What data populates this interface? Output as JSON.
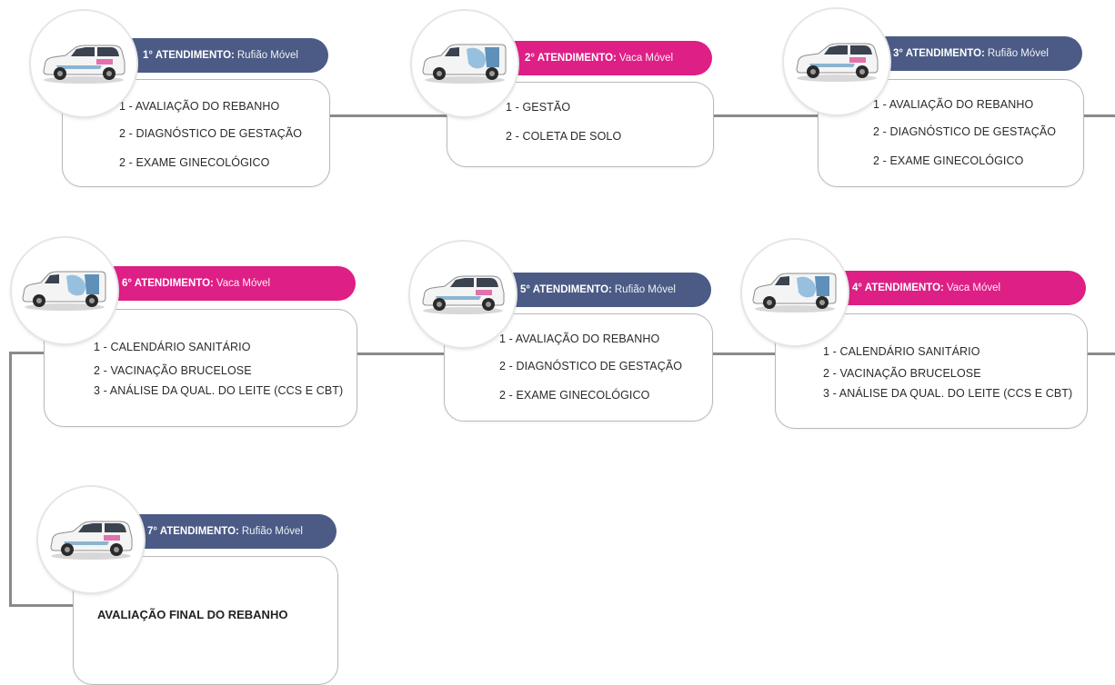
{
  "steps": [
    {
      "label": "1° ATENDIMENTO:",
      "sub": "Rufião Móvel",
      "color": "navy",
      "vehicle": "suv",
      "items": [
        "1 - AVALIAÇÃO DO REBANHO",
        "2 - DIAGNÓSTICO DE GESTAÇÃO",
        "2 - EXAME GINECOLÓGICO"
      ]
    },
    {
      "label": "2° ATENDIMENTO:",
      "sub": "Vaca Móvel",
      "color": "pink",
      "vehicle": "van",
      "items": [
        "1 - GESTÃO",
        "2 - COLETA DE SOLO"
      ]
    },
    {
      "label": "3° ATENDIMENTO:",
      "sub": "Rufião Móvel",
      "color": "navy",
      "vehicle": "suv",
      "items": [
        "1 - AVALIAÇÃO DO REBANHO",
        "2 - DIAGNÓSTICO DE GESTAÇÃO",
        "2 - EXAME GINECOLÓGICO"
      ]
    },
    {
      "label": "4° ATENDIMENTO:",
      "sub": "Vaca Móvel",
      "color": "pink",
      "vehicle": "van",
      "items": [
        "1 - CALENDÁRIO SANITÁRIO",
        "2 - VACINAÇÃO BRUCELOSE",
        "3 - ANÁLISE DA QUAL. DO LEITE (CCS E CBT)"
      ]
    },
    {
      "label": "5° ATENDIMENTO:",
      "sub": "Rufião Móvel",
      "color": "navy",
      "vehicle": "suv",
      "items": [
        "1 - AVALIAÇÃO DO REBANHO",
        "2 - DIAGNÓSTICO DE GESTAÇÃO",
        "2 - EXAME GINECOLÓGICO"
      ]
    },
    {
      "label": "6° ATENDIMENTO:",
      "sub": "Vaca Móvel",
      "color": "pink",
      "vehicle": "van",
      "items": [
        "1 - CALENDÁRIO SANITÁRIO",
        "2 - VACINAÇÃO BRUCELOSE",
        "3 - ANÁLISE DA QUAL. DO LEITE (CCS E CBT)"
      ]
    },
    {
      "label": "7° ATENDIMENTO:",
      "sub": "Rufião Móvel",
      "color": "navy",
      "vehicle": "suv",
      "items": [
        "AVALIAÇÃO FINAL DO REBANHO"
      ]
    }
  ],
  "colors": {
    "navy": "#4b5b85",
    "pink": "#de1f86",
    "connector": "#8a8a8a"
  },
  "icons": {
    "suv": "suv-vehicle-icon",
    "van": "van-vehicle-icon"
  }
}
